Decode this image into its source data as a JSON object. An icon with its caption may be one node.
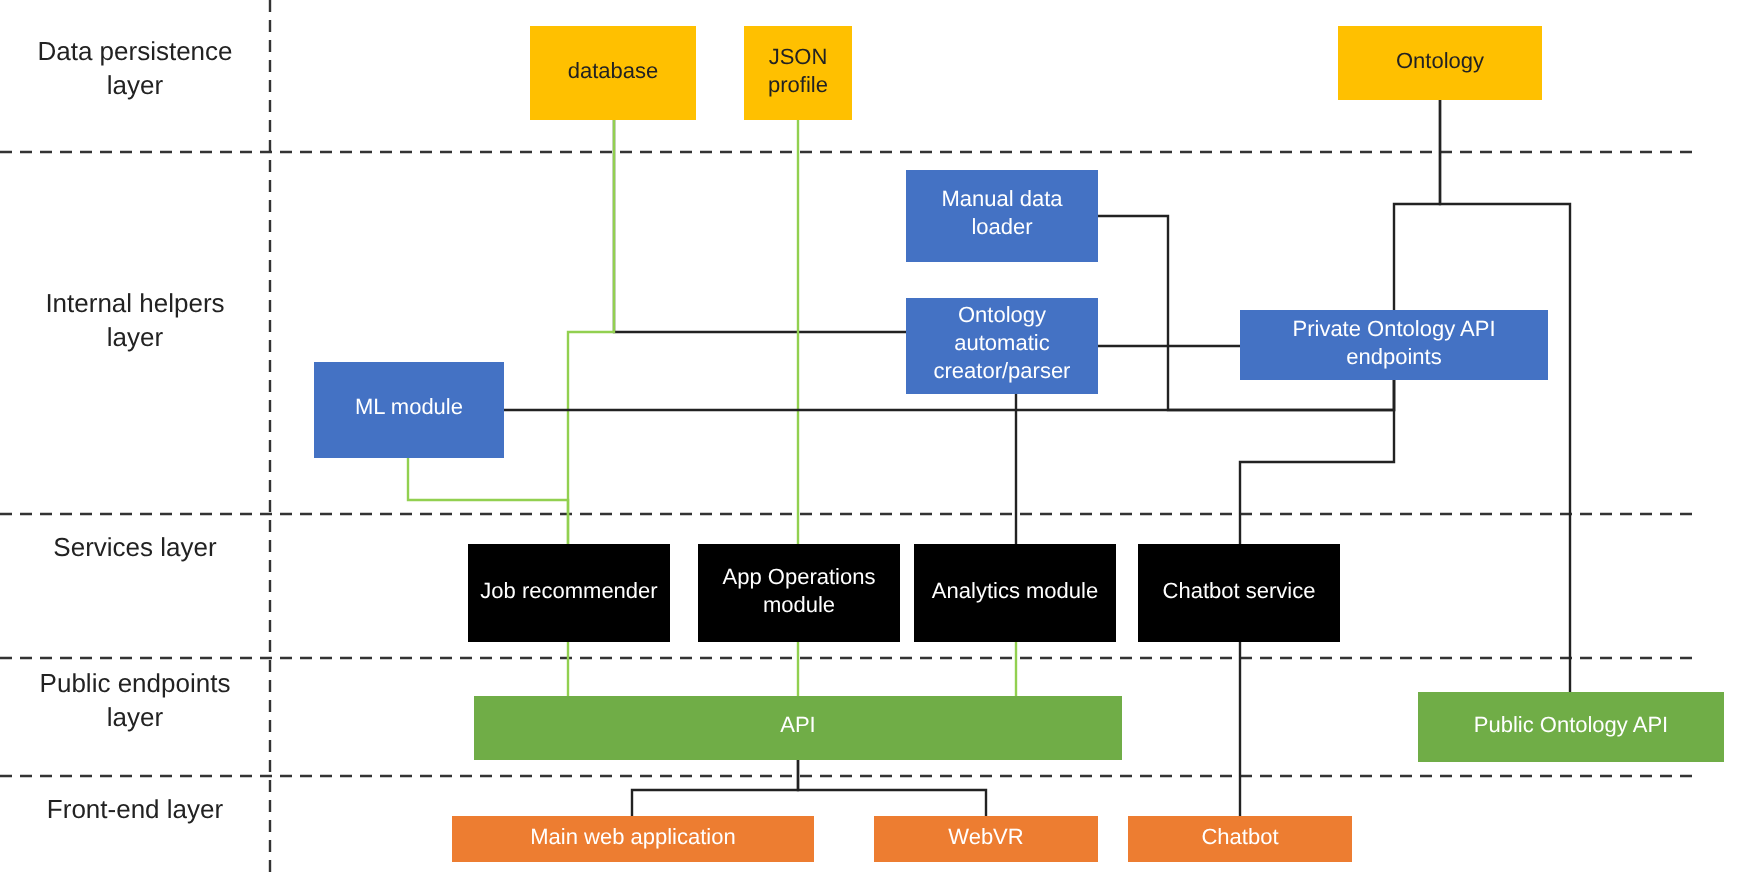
{
  "diagram": {
    "nodes": [
      {
        "text": [
          "database"
        ]
      },
      {
        "text": [
          "JSON profile"
        ]
      },
      {
        "text": [
          "Ontology"
        ]
      },
      {
        "text": [
          "Manual data loader"
        ]
      },
      {
        "text": [
          "Ontology automatic creator/parser"
        ]
      },
      {
        "text": [
          "Private Ontology API endpoints"
        ]
      },
      {
        "text": [
          "ML module"
        ]
      },
      {
        "text": [
          "Job recommender"
        ]
      },
      {
        "text": [
          "App Operations module"
        ]
      },
      {
        "text": [
          "Analytics module"
        ]
      },
      {
        "text": [
          "Chatbot service"
        ]
      },
      {
        "text": [
          "API"
        ]
      },
      {
        "text": [
          "Public Ontology API"
        ]
      },
      {
        "text": [
          "Main web application"
        ]
      },
      {
        "text": [
          "WebVR"
        ]
      },
      {
        "text": [
          "Chatbot"
        ]
      }
    ],
    "edges": [
      {
        "from": 0,
        "to": 4,
        "arrow": "none"
      },
      {
        "from": 0,
        "to": 7,
        "arrow": "none",
        "color": "#92d050"
      },
      {
        "from": 6,
        "to": 7,
        "arrow": "none",
        "color": "#92d050"
      },
      {
        "from": 1,
        "to": 8,
        "arrow": "none",
        "color": "#92d050"
      },
      {
        "from": 3,
        "to": 5,
        "arrow": "none"
      },
      {
        "from": 6,
        "to": 5,
        "arrow": "none"
      },
      {
        "from": 4,
        "to": 5,
        "arrow": "none"
      },
      {
        "from": 4,
        "to": 9,
        "arrow": "none"
      },
      {
        "from": 5,
        "to": 10,
        "arrow": "none"
      },
      {
        "from": 2,
        "to": 5,
        "arrow": "none"
      },
      {
        "from": 2,
        "to": 12,
        "arrow": "none"
      },
      {
        "from": 7,
        "to": 11,
        "arrow": "none",
        "color": "#92d050"
      },
      {
        "from": 8,
        "to": 11,
        "arrow": "none",
        "color": "#92d050"
      },
      {
        "from": 9,
        "to": 11,
        "arrow": "none",
        "color": "#92d050"
      },
      {
        "from": 10,
        "to": 15,
        "arrow": "none"
      },
      {
        "from": 11,
        "to": 13,
        "arrow": "none"
      },
      {
        "from": 11,
        "to": 14,
        "arrow": "none"
      }
    ],
    "labels": [
      "Data persistence layer",
      "Internal helpers layer",
      "Services layer",
      "Public endpoints layer",
      "Front-end layer"
    ]
  }
}
